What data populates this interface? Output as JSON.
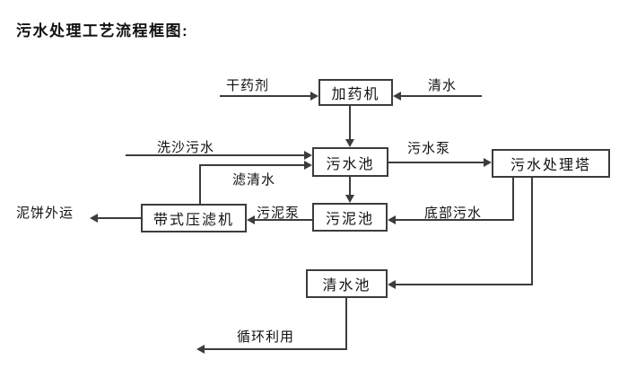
{
  "title": "污水处理工艺流程框图:",
  "nodes": {
    "dosing_machine": "加药机",
    "sewage_pool": "污水池",
    "sewage_treatment_tower": "污水处理塔",
    "sludge_pool": "污泥池",
    "belt_filter_press": "带式压滤机",
    "clean_water_pool": "清水池"
  },
  "labels": {
    "dry_chemical": "干药剂",
    "clean_water": "清水",
    "sand_washing_sewage": "洗沙污水",
    "sewage_pump": "污水泵",
    "filtered_water": "滤清水",
    "sludge_pump": "污泥泵",
    "bottom_sewage": "底部污水",
    "mud_cake_transport": "泥饼外运",
    "recycling": "循环利用"
  },
  "colors": {
    "line": "#3c3c3c",
    "text": "#111111",
    "background": "#ffffff"
  }
}
